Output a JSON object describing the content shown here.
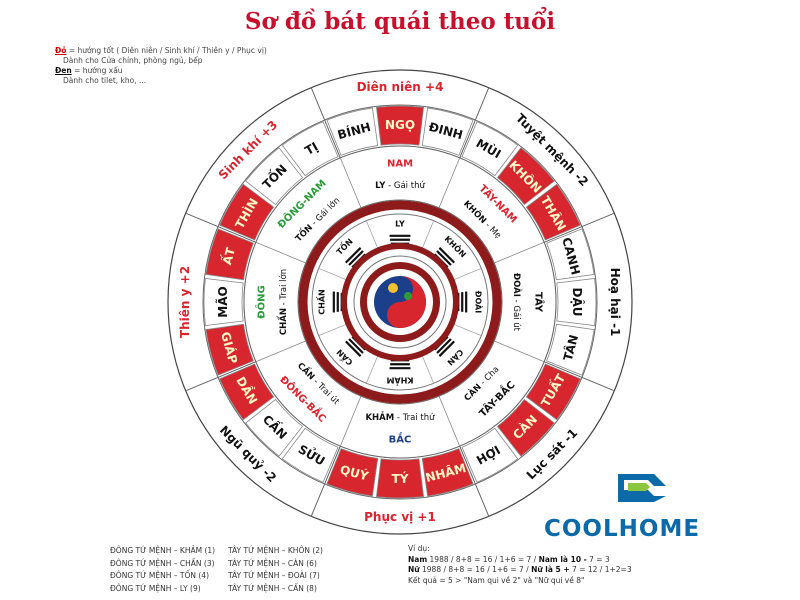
{
  "title": "Sơ đồ bát quái theo tuổi",
  "legend": {
    "red_key": "Đỏ",
    "red_text": " = hướng tốt ( Diên niên / Sinh khí / Thiên y / Phục vị)",
    "red_use": "Dành cho Cửa chính, phòng ngủ, bếp",
    "black_key": "Đen",
    "black_text": " = hướng xấu",
    "black_use": "Dành cho tilet, kho, ..."
  },
  "colors": {
    "red": "#d8262f",
    "dark_red": "#8e1b1b",
    "green": "#2a9d3a",
    "navy": "#1c3f8c",
    "black": "#111111",
    "white": "#ffffff"
  },
  "wheel": {
    "star_ring": [
      {
        "label": "Diên niên +4",
        "good": true
      },
      {
        "label": "Tuyệt mệnh -2",
        "good": false
      },
      {
        "label": "Hoạ hại -1",
        "good": false
      },
      {
        "label": "Lục sát -1",
        "good": false
      },
      {
        "label": "Phục vị +1",
        "good": true
      },
      {
        "label": "Ngũ quỷ -2",
        "good": false
      },
      {
        "label": "Thiên y +2",
        "good": true
      },
      {
        "label": "Sinh khí +3",
        "good": true
      }
    ],
    "mountain_ring": [
      {
        "label": "BÍNH",
        "red": false
      },
      {
        "label": "NGỌ",
        "red": true
      },
      {
        "label": "ĐINH",
        "red": false
      },
      {
        "label": "MÙI",
        "red": false
      },
      {
        "label": "KHÔN",
        "red": true
      },
      {
        "label": "THÂN",
        "red": true
      },
      {
        "label": "CANH",
        "red": false
      },
      {
        "label": "DẬU",
        "red": false
      },
      {
        "label": "TÂN",
        "red": false
      },
      {
        "label": "TUẤT",
        "red": true
      },
      {
        "label": "CÀN",
        "red": true
      },
      {
        "label": "HỢI",
        "red": false
      },
      {
        "label": "NHÂM",
        "red": true
      },
      {
        "label": "TÝ",
        "red": true
      },
      {
        "label": "QUÝ",
        "red": true
      },
      {
        "label": "SỬU",
        "red": false
      },
      {
        "label": "CẤN",
        "red": false
      },
      {
        "label": "DẦN",
        "red": true
      },
      {
        "label": "GIÁP",
        "red": true
      },
      {
        "label": "MÃO",
        "red": false
      },
      {
        "label": "ẤT",
        "red": true
      },
      {
        "label": "THÌN",
        "red": true
      },
      {
        "label": "TỐN",
        "red": false
      },
      {
        "label": "TỊ",
        "red": false
      }
    ],
    "direction_ring": [
      {
        "label": "NAM",
        "color": "#d8262f"
      },
      {
        "label": "TÂY-NAM",
        "color": "#d8262f"
      },
      {
        "label": "TÂY",
        "color": "#111111"
      },
      {
        "label": "TÂY-BẮC",
        "color": "#111111"
      },
      {
        "label": "BẮC",
        "color": "#1c3f8c"
      },
      {
        "label": "ĐÔNG-BẮC",
        "color": "#d8262f"
      },
      {
        "label": "ĐÔNG",
        "color": "#2a9d3a"
      },
      {
        "label": "ĐÔNG-NAM",
        "color": "#2a9d3a"
      }
    ],
    "family_ring": [
      {
        "name": "LY",
        "member": " - Gái thứ"
      },
      {
        "name": "KHÔN",
        "member": " - Mẹ"
      },
      {
        "name": "ĐOÀI",
        "member": " - Gái út"
      },
      {
        "name": "CÀN",
        "member": " - Cha"
      },
      {
        "name": "KHẢM",
        "member": " - Trai thứ"
      },
      {
        "name": "CẤN",
        "member": " - Trai út"
      },
      {
        "name": "CHẤN",
        "member": " - Trai lớn"
      },
      {
        "name": "TỐN",
        "member": " - Gái lớn"
      }
    ],
    "trigram_ring": [
      "LY",
      "KHÔN",
      "ĐOÀI",
      "CÀN",
      "KHẢM",
      "CẤN",
      "CHẤN",
      "TỐN"
    ]
  },
  "notes_left": [
    "ĐÔNG TỨ MỆNH – KHẢM (1)",
    "ĐÔNG TỨ MỆNH – CHẤN (3)",
    "ĐÔNG TỨ MỆNH – TỐN (4)",
    "ĐÔNG TỨ MỆNH – LY (9)"
  ],
  "notes_mid": [
    "TÂY TỨ MỆNH – KHÔN (2)",
    "TÂY TỨ MỆNH – CÀN (6)",
    "TÂY TỨ MỆNH – ĐOÀI (7)",
    "TÂY TỨ MỆNH – CẤN (8)"
  ],
  "example": {
    "heading": "Ví dụ:",
    "line1_key": "Nam",
    "line1_text": " 1988 / 8+8 = 16 / 1+6 = 7 / ",
    "line1_result": "Nam là 10 -",
    "line1_end": " 7 = 3",
    "line2_key": "Nữ",
    "line2_text": " 1988 / 8+8 = 16 / 1+6 = 7 / ",
    "line2_result": "Nữ là 5 +",
    "line2_end": " 7 = 12 / 1+2=3",
    "line3": "Kết quả = 5 > \"Nam qui về 2\" và \"Nữ qui về 8\""
  },
  "brand": {
    "name": "COOLHOME"
  }
}
